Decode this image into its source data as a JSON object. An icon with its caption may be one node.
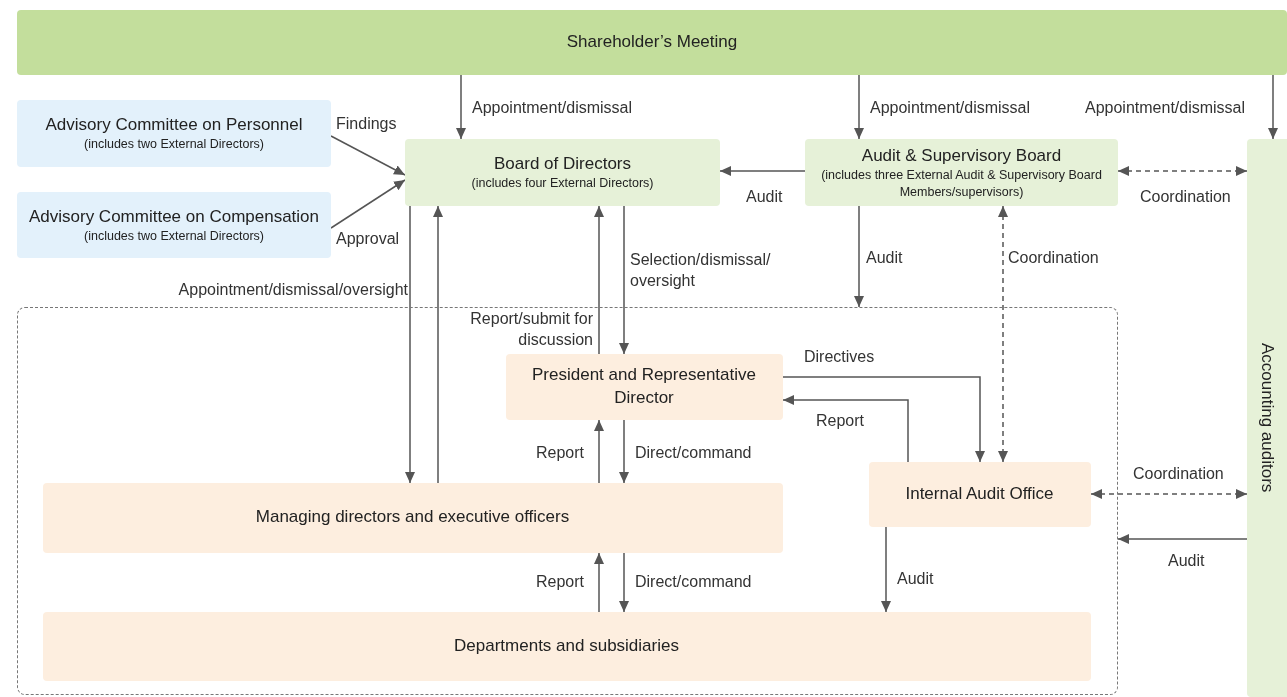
{
  "diagram": {
    "nodes": [
      {
        "text": [
          "Shareholder’s Meeting"
        ]
      },
      {
        "text": [
          "Advisory Committee on Personnel",
          "(includes two External Directors)"
        ]
      },
      {
        "text": [
          "Advisory Committee on Compensation",
          "(includes two External Directors)"
        ]
      },
      {
        "text": [
          "Board of Directors",
          "(includes four External Directors)"
        ]
      },
      {
        "text": [
          "Audit & Supervisory Board",
          "(includes three External Audit & Supervisory Board Members/supervisors)"
        ]
      },
      {
        "text": [
          "Accounting auditors"
        ]
      },
      {
        "text": [],
        "shape": "box"
      },
      {
        "text": [
          "President and Representative Director"
        ],
        "in": 6
      },
      {
        "text": [
          "Internal Audit Office"
        ],
        "in": 6
      },
      {
        "text": [
          "Managing directors and executive officers"
        ],
        "in": 6
      },
      {
        "text": [
          "Departments and subsidiaries"
        ],
        "in": 6
      }
    ],
    "edges": [
      {
        "from": 0,
        "to": 3,
        "arrow": "to",
        "label": "Appointment/dismissal"
      },
      {
        "from": 0,
        "to": 4,
        "arrow": "to",
        "label": "Appointment/dismissal"
      },
      {
        "from": 0,
        "to": 5,
        "arrow": "to",
        "label": "Appointment/dismissal"
      },
      {
        "from": 1,
        "to": 3,
        "arrow": "to",
        "label": "Findings"
      },
      {
        "from": 2,
        "to": 3,
        "arrow": "to",
        "label": "Approval"
      },
      {
        "from": 4,
        "to": 3,
        "arrow": "to",
        "label": "Audit"
      },
      {
        "from": 4,
        "to": 5,
        "arrow": "both",
        "style": "dashed",
        "label": "Coordination"
      },
      {
        "from": 4,
        "to": 6,
        "arrow": "to",
        "label": "Audit"
      },
      {
        "from": 4,
        "to": 8,
        "arrow": "both",
        "style": "dashed",
        "label": "Coordination"
      },
      {
        "from": 3,
        "to": 9,
        "arrow": "to",
        "label": "Appointment/dismissal/oversight"
      },
      {
        "from": 9,
        "to": 3,
        "arrow": "to"
      },
      {
        "from": 7,
        "to": 3,
        "arrow": "to",
        "label": "Report/submit for discussion"
      },
      {
        "from": 3,
        "to": 7,
        "arrow": "to",
        "label": "Selection/dismissal/ oversight"
      },
      {
        "from": 7,
        "to": 8,
        "arrow": "to",
        "label": "Directives"
      },
      {
        "from": 8,
        "to": 7,
        "arrow": "to",
        "label": "Report"
      },
      {
        "from": 9,
        "to": 7,
        "arrow": "to",
        "label": "Report"
      },
      {
        "from": 7,
        "to": 9,
        "arrow": "to",
        "label": "Direct/command"
      },
      {
        "from": 8,
        "to": 5,
        "arrow": "both",
        "style": "dashed",
        "label": "Coordination"
      },
      {
        "from": 5,
        "to": 6,
        "arrow": "to",
        "label": "Audit"
      },
      {
        "from": 10,
        "to": 9,
        "arrow": "to",
        "label": "Report"
      },
      {
        "from": 9,
        "to": 10,
        "arrow": "to",
        "label": "Direct/command"
      },
      {
        "from": 8,
        "to": 10,
        "arrow": "to",
        "label": "Audit"
      }
    ]
  }
}
